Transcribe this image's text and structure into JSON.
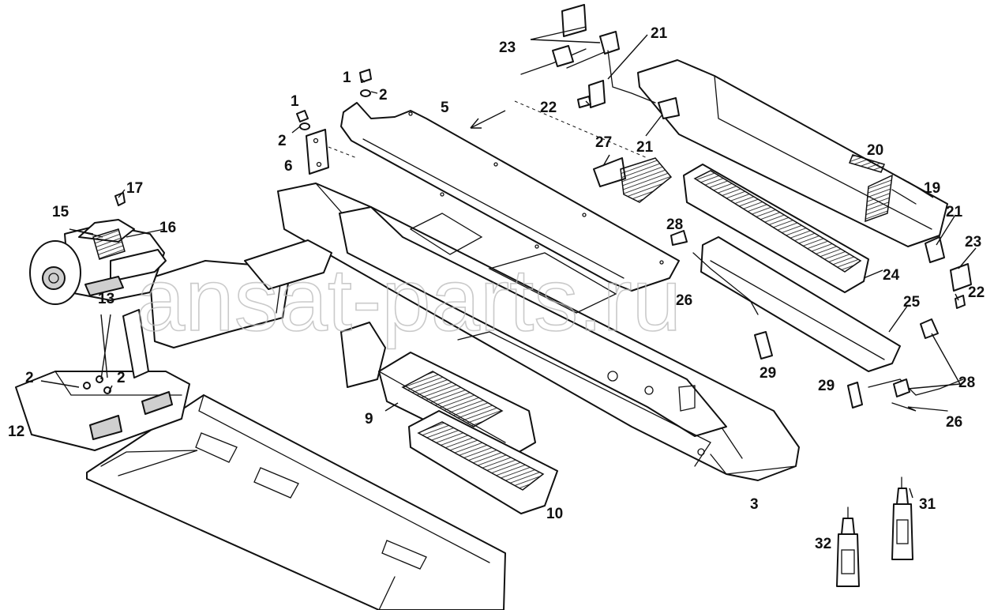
{
  "watermark": "ansat-parts.ru",
  "callouts": [
    {
      "id": "c1a",
      "label": "1"
    },
    {
      "id": "c2a",
      "label": "2"
    },
    {
      "id": "c1b",
      "label": "1"
    },
    {
      "id": "c2b",
      "label": "2"
    },
    {
      "id": "c5",
      "label": "5"
    },
    {
      "id": "c6",
      "label": "6"
    },
    {
      "id": "c17",
      "label": "17"
    },
    {
      "id": "c15",
      "label": "15"
    },
    {
      "id": "c16",
      "label": "16"
    },
    {
      "id": "c13",
      "label": "13"
    },
    {
      "id": "c2c",
      "label": "2"
    },
    {
      "id": "c2d",
      "label": "2"
    },
    {
      "id": "c12",
      "label": "12"
    },
    {
      "id": "c9",
      "label": "9"
    },
    {
      "id": "c10",
      "label": "10"
    },
    {
      "id": "c3",
      "label": "3"
    },
    {
      "id": "c23a",
      "label": "23"
    },
    {
      "id": "c21a",
      "label": "21"
    },
    {
      "id": "c22a",
      "label": "22"
    },
    {
      "id": "c27",
      "label": "27"
    },
    {
      "id": "c21b",
      "label": "21"
    },
    {
      "id": "c20",
      "label": "20"
    },
    {
      "id": "c19",
      "label": "19"
    },
    {
      "id": "c21c",
      "label": "21"
    },
    {
      "id": "c23b",
      "label": "23"
    },
    {
      "id": "c28a",
      "label": "28"
    },
    {
      "id": "c24",
      "label": "24"
    },
    {
      "id": "c26a",
      "label": "26"
    },
    {
      "id": "c25",
      "label": "25"
    },
    {
      "id": "c22b",
      "label": "22"
    },
    {
      "id": "c29a",
      "label": "29"
    },
    {
      "id": "c28b",
      "label": "28"
    },
    {
      "id": "c29b",
      "label": "29"
    },
    {
      "id": "c26b",
      "label": "26"
    },
    {
      "id": "c31",
      "label": "31"
    },
    {
      "id": "c32",
      "label": "32"
    }
  ]
}
